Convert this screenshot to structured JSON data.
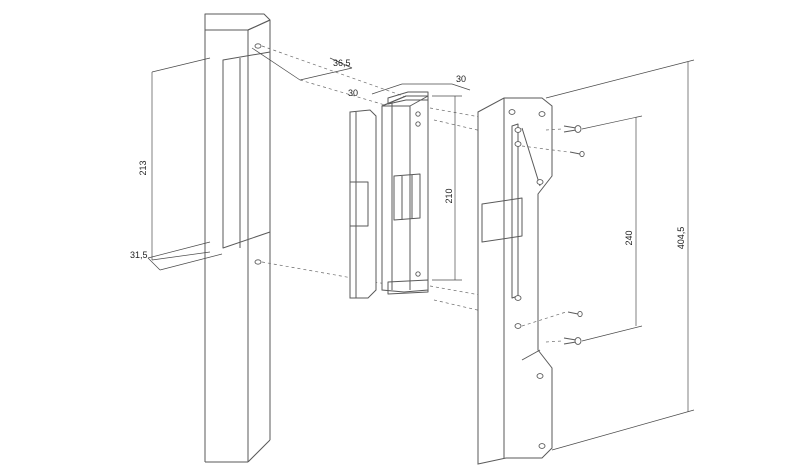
{
  "dimensions": {
    "post_offset": "36,5",
    "body_width_left": "30",
    "body_width_right": "30",
    "post_cutout_height": "213",
    "post_cutout_depth": "31,5",
    "lock_height": "210",
    "screw_spacing": "240",
    "plate_height": "404,5"
  },
  "colors": {
    "line": "#5a5a5a",
    "background": "#ffffff"
  }
}
